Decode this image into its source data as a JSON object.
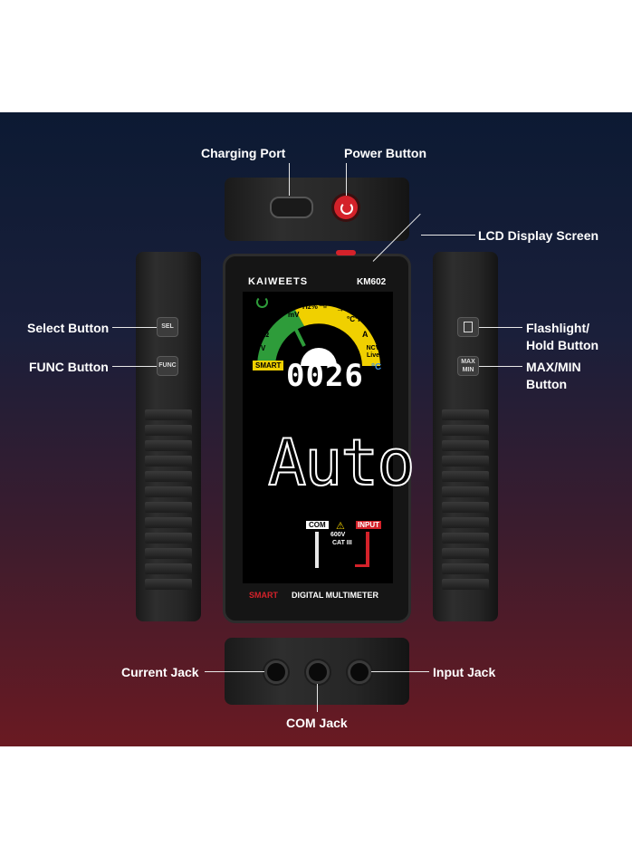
{
  "labels": {
    "charging_port": "Charging Port",
    "power_button": "Power Button",
    "lcd_display": "LCD Display Screen",
    "select_button": "Select Button",
    "func_button": "FUNC Button",
    "flashlight_hold_1": "Flashlight/",
    "flashlight_hold_2": "Hold Button",
    "maxmin_1": "MAX/MIN",
    "maxmin_2": "Button",
    "current_jack": "Current Jack",
    "input_jack": "Input Jack",
    "com_jack": "COM Jack"
  },
  "device": {
    "brand": "KAIWEETS",
    "model": "KM602",
    "smart": "SMART",
    "name": "DIGITAL MULTIMETER",
    "sel": "SEL",
    "func": "FUNC",
    "max": "MAX",
    "min": "MIN"
  },
  "lcd": {
    "smart_tag": "SMART",
    "reading": "0026",
    "unit": "°C",
    "mode": "Auto",
    "com": "COM",
    "input": "INPUT",
    "rating_1": "600V",
    "rating_2": "CAT III",
    "arc": [
      "V",
      "Ω",
      "mV",
      "Hz%",
      "⊣⊢",
      "→",
      "°C°F",
      "A",
      "NCV Live"
    ]
  },
  "colors": {
    "accent_red": "#d4222a",
    "arc_green": "#2e9c3a",
    "arc_yellow": "#f0d000"
  }
}
